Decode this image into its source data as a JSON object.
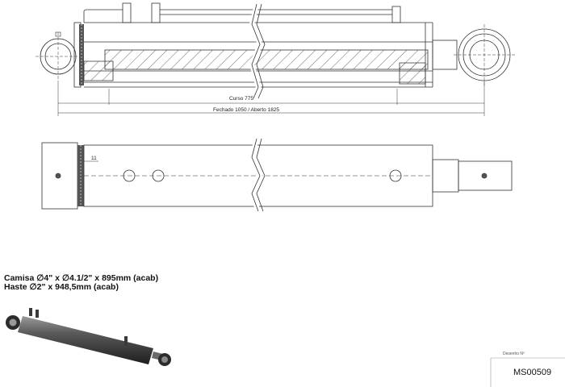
{
  "specs": {
    "line1": "Camisa ∅4\" x ∅4.1/2\" x 895mm (acab)",
    "line2": "Haste ∅2\" x 948,5mm (acab)"
  },
  "dimensions": {
    "stroke": "Curso 775",
    "closed_open": "Fechado 1050 / Aberto 1825",
    "small": "11"
  },
  "title_block": {
    "label": "Desenho Nº",
    "code": "MS00509"
  },
  "colors": {
    "line": "#333333",
    "render_body": "#4a4a4a"
  }
}
